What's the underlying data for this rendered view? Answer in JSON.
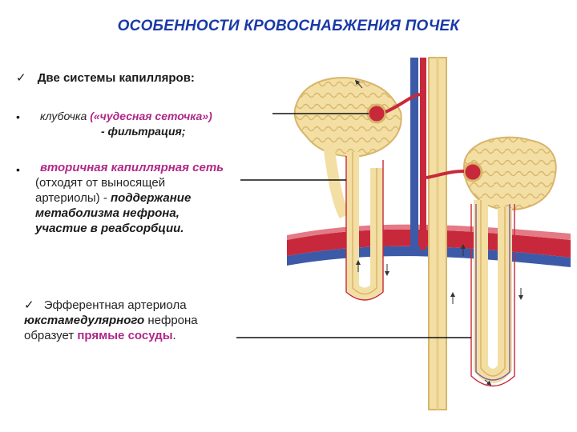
{
  "slide": {
    "title": "ОСОБЕННОСТИ КРОВОСНАБЖЕНИЯ ПОЧЕК",
    "checkmark": "✓",
    "bullet_symbol": "•",
    "heading": "Две системы капилляров:",
    "item1": {
      "part1": "клубочка",
      "part2": " («чудесная сеточка»)",
      "line2": "- фильтрация;"
    },
    "item2": {
      "line1": "вторичная капиллярная сеть",
      "line2": "(отходят от выносящей",
      "line3a": "артериолы) - ",
      "line3b": "поддержание",
      "line4": "метаболизма нефрона,",
      "line5": "участие в реабсорбции."
    },
    "item3": {
      "line1": "Эфферентная артериола",
      "line2a": "юкстамедулярного",
      "line2b": " нефрона",
      "line3a": "образует ",
      "line3b": "прямые сосуды",
      "line3c": "."
    }
  },
  "colors": {
    "title": "#1a3aa8",
    "highlight": "#b02888",
    "artery": "#c8283c",
    "vein": "#3c5aa8",
    "tubule": "#f3dfa4",
    "tubule_outline": "#d9b56a"
  }
}
